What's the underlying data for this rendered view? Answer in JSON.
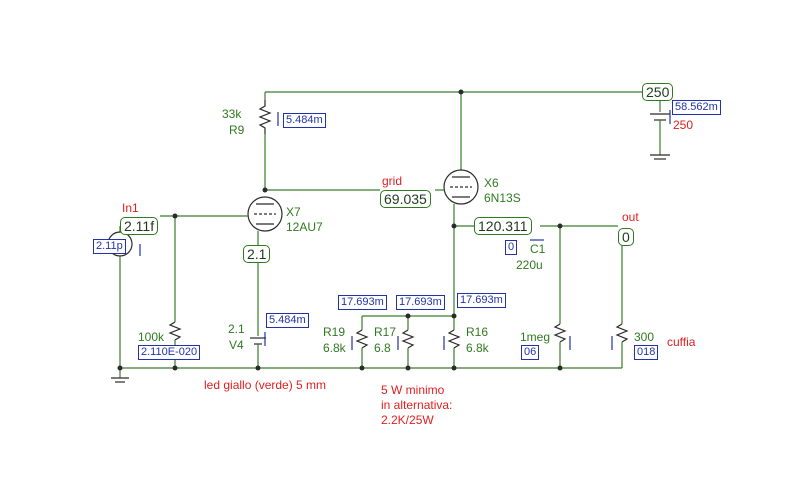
{
  "nodes": {
    "supply": "250",
    "input": "2.11f",
    "grid": "69.035",
    "cathode_x7": "2.1",
    "cathode_x6": "120.311",
    "output": "0"
  },
  "meters": {
    "r9_current": "5.484m",
    "supply_current": "58.562m",
    "input_current": "2.11p",
    "r100k_current": "2.110E-020",
    "v4_current": "5.484m",
    "r19_current": "17.693m",
    "r17_current": "17.693m",
    "r16_current": "17.693m",
    "c1_current": "0",
    "r1meg_current": "0",
    "r300_current": "0"
  },
  "meter_values_extra": {
    "r1meg_suffix": "6",
    "r300_suffix": "18"
  },
  "labels": {
    "r9_value": "33k",
    "r9_name": "R9",
    "supply_value": "250",
    "grid_label": "grid",
    "x6_name": "X6",
    "x6_type": "6N13S",
    "x7_name": "X7",
    "x7_type": "12AU7",
    "in1": "In1",
    "r100k": "100k",
    "v4_value": "2.1",
    "v4_name": "V4",
    "r19_name": "R19",
    "r19_value": "6.8k",
    "r17_name": "R17",
    "r17_value": "6.8",
    "r16_name": "R16",
    "r16_value": "6.8k",
    "c1_name": "C1",
    "c1_value": "220u",
    "r1meg": "1meg",
    "r300": "300",
    "out": "out",
    "cuffia": "cuffia",
    "led_note": "led giallo (verde) 5 mm",
    "note_line1": "5 W minimo",
    "note_line2": "in alternativa:",
    "note_line3": "2.2K/25W"
  }
}
